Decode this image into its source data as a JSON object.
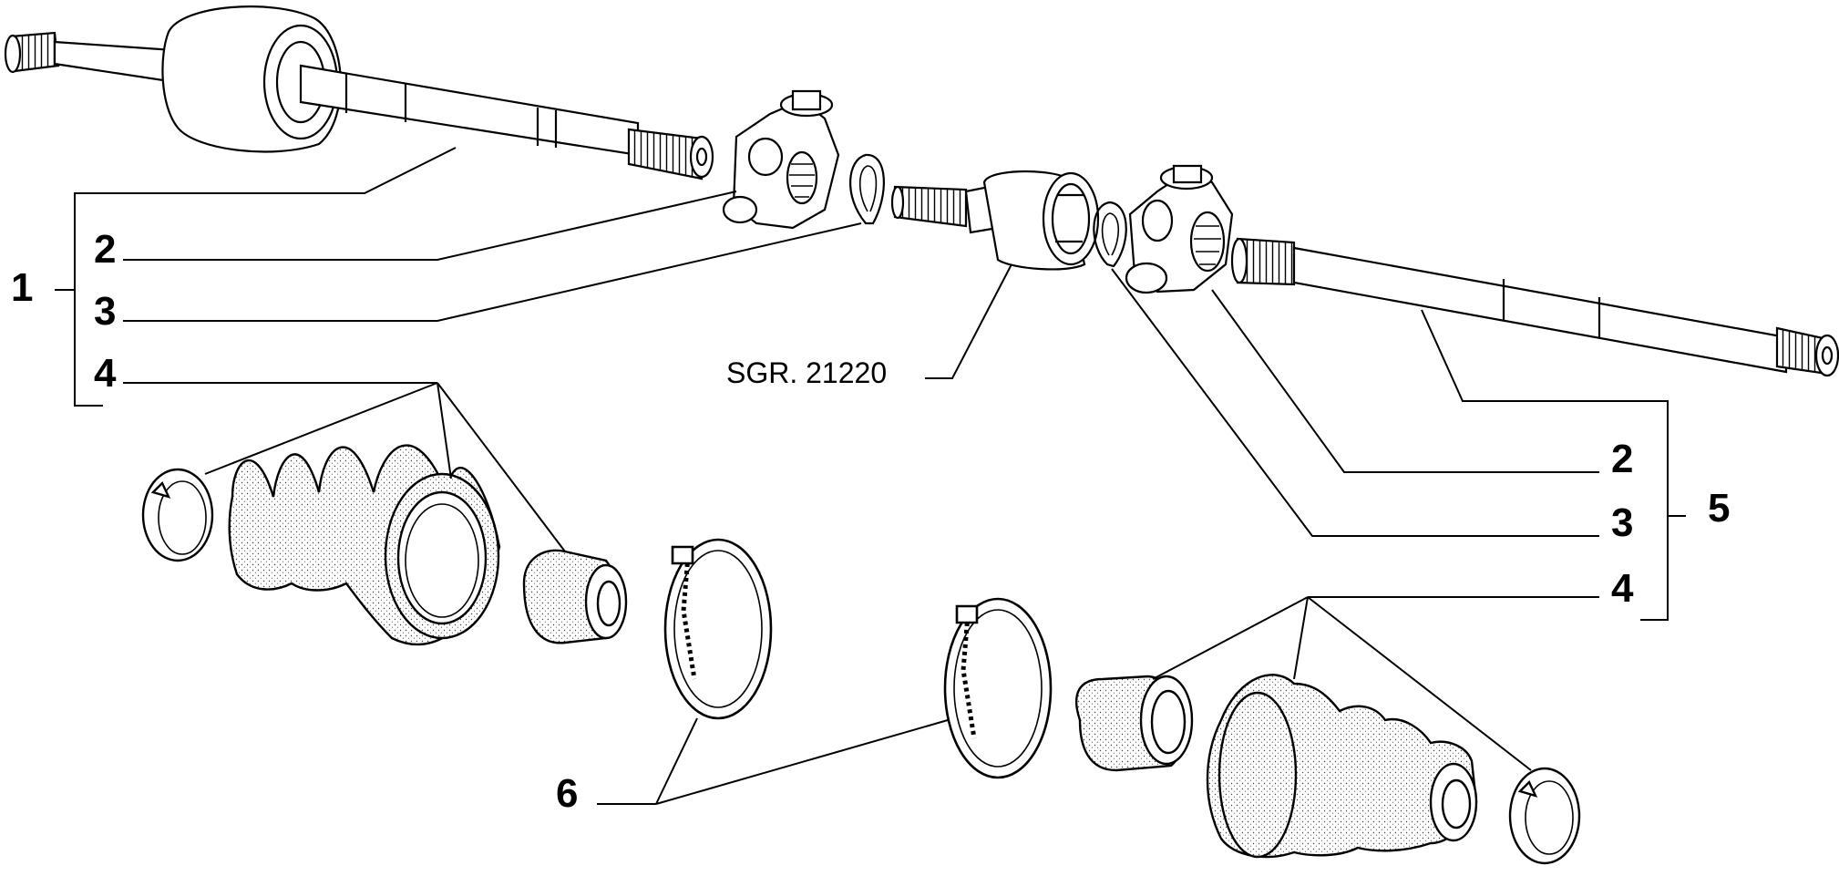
{
  "callouts": {
    "left_group": "1",
    "left_bracket_items": {
      "a": "2",
      "b": "3",
      "c": "4"
    },
    "right_group": "5",
    "right_bracket_items": {
      "a": "2",
      "b": "3",
      "c": "4"
    },
    "clamps": "6",
    "center_ref": "SGR. 21220"
  }
}
